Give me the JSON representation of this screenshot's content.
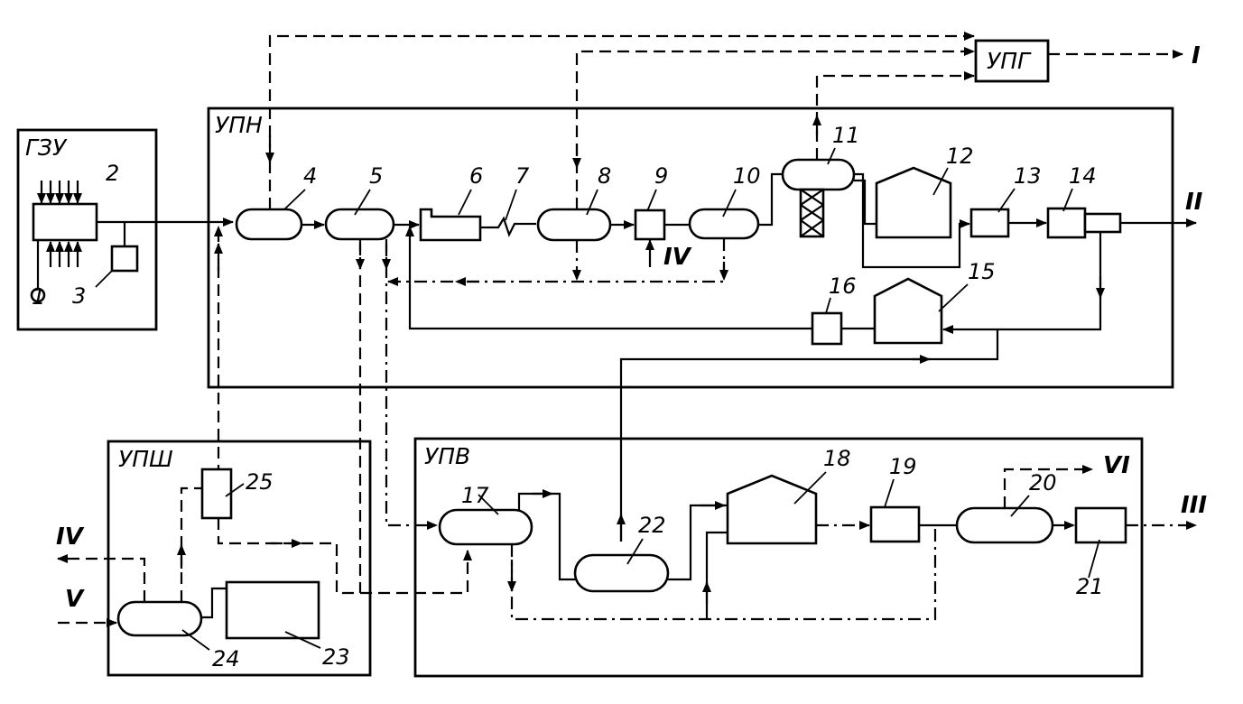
{
  "units": {
    "gzu": "ГЗУ",
    "upn": "УПН",
    "upg": "УПГ",
    "upsh": "УПШ",
    "upv": "УПВ"
  },
  "equipment": [
    "1",
    "2",
    "3",
    "4",
    "5",
    "6",
    "7",
    "8",
    "9",
    "10",
    "11",
    "12",
    "13",
    "14",
    "15",
    "16",
    "17",
    "18",
    "19",
    "20",
    "21",
    "22",
    "23",
    "24",
    "25"
  ],
  "streams": {
    "I": "I",
    "II": "II",
    "III": "III",
    "IV": "IV",
    "V": "V",
    "VI": "VI"
  }
}
